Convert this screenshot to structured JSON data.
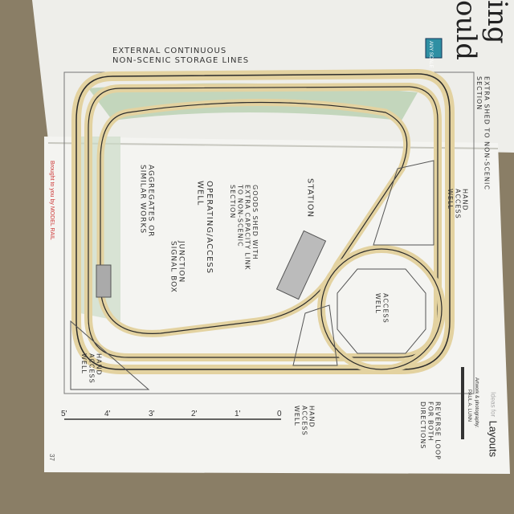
{
  "magazine": {
    "headline_fragment": "ing ould",
    "scale_badge": "ANY SCALE",
    "section_title_small": "Ideas for",
    "section_title": "Layouts",
    "credit_label": "Artwork & photography:",
    "credit_name": "PAUL A. LUNN",
    "sponsor": "Brought to you by MODEL RAIL",
    "page_number": "37"
  },
  "plan_labels": {
    "storage_lines": "EXTERNAL CONTINUOUS",
    "storage_lines_2": "NON-SCENIC STORAGE LINES",
    "station": "STATION",
    "operating_well": "OPERATING/ACCESS WELL",
    "aggregates": "AGGREGATES OR SIMILAR WORKS",
    "junction_box": "JUNCTION SIGNAL BOX",
    "goods_shed": "GOODS SHED WITH EXTRA CAPACITY LINK TO NON-SCENIC SECTION",
    "hand_access_right": "HAND ACCESS WELL",
    "hand_access_left": "HAND ACCESS WELL",
    "hand_access_bottom": "HAND ACCESS WELL",
    "access_well": "ACCESS WELL",
    "reverse_loop": "REVERSE LOOP FOR BOTH DIRECTIONS",
    "extra_shed": "EXTRA SHED TO NON-SCENIC SECTION"
  },
  "scale_bar": [
    "0",
    "1'",
    "2'",
    "3'",
    "4'",
    "5'"
  ],
  "colors": {
    "carpet": "#8a7e66",
    "page": "#f4f4f1",
    "track_fill": "#e3d2a0",
    "track_line": "#2b2b2b",
    "scenery": "#b8d0b0",
    "badge": "#2f8fa3"
  }
}
